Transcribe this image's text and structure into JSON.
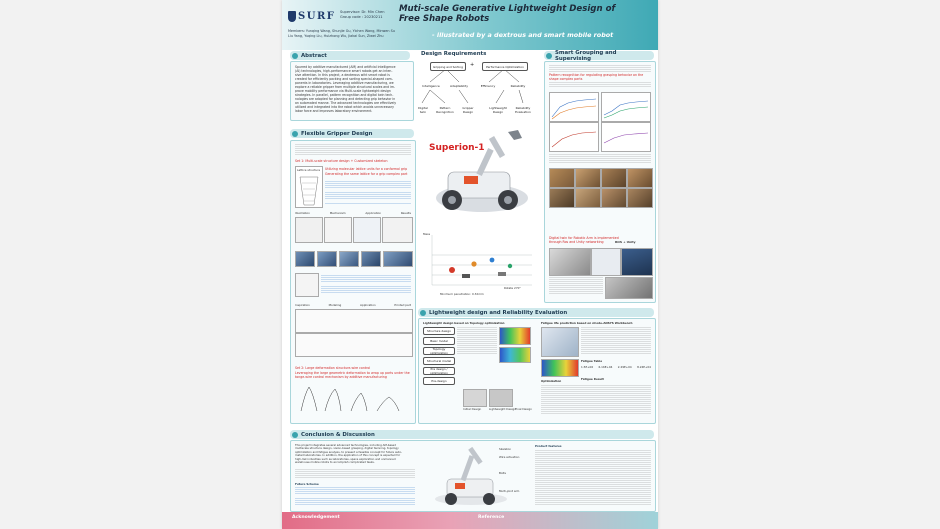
{
  "header": {
    "logo_text": "SURF",
    "supervisor": "Supervisor: Dr. Min Chen",
    "group_code": "Group code : 20230211",
    "members": "Members: Yunqing Wang, Shunjie Gu, Yichen Wang, Minwen Su",
    "members_line2": "Liu Yang, Yuqing Liu, Huizhong Wu, Jiakai Sun, Ziwei Zhu",
    "title_line1": "Muti-scale Generative Lightweight Design of",
    "title_line2": "Free Shape Robots",
    "subtitle": "- illustrated by a dextrous and smart mobile robot"
  },
  "sections": {
    "abstract": "Abstract",
    "design_requirements": "Design Requirements",
    "smart_grouping": "Smart Grouping and Supervising",
    "flexible_gripper": "Flexible Gripper Design",
    "lightweight": "Lightweight design and Reliability Evaluation",
    "conclusion": "Conclusion & Discussion"
  },
  "abstract_lines": [
    "Spurred by additive manufactured (AM) and artificial intelligence",
    "(AI) technologies, high-performance smart robots get an inten-",
    "sive attention. In this project, a dexterous wiht smart robot is",
    "created for efficiently packing and sorting special-shaped com-",
    "ponents in laboratories. Leveraging additive manufacturing, we",
    "explore a reliable gripper from multiple structural scales and im-",
    "prove mobility performance via Multi-scale lightweight design",
    "strategies. In parallel, pattern recognition and digital twin tech-",
    "nologies are adopted for planning and detecting grip behavior in",
    "an automated manne. The advanced technologies are effectively",
    "utilized and integrated into the robot which avoids unnecessary",
    "labor force and improves laboratory environment."
  ],
  "requirements": {
    "top": [
      "Gripping and Sorting",
      "Performance Optimization"
    ],
    "mid": [
      "Intelligence",
      "Adaptability",
      "Efficiency",
      "Reliability"
    ],
    "bottom": [
      "Digital twin",
      "Pattern Recognition",
      "Gripper Design",
      "Lightweight Design",
      "Reliability Evaluation"
    ]
  },
  "robot_name": "Superion-1",
  "chart_labels": {
    "ylabel": "Mass",
    "xlabel": "Minimum penetration: 0.32mm",
    "xlabel2": "Rotate 270°"
  },
  "grouping": {
    "red_line": "Pattern recognition for regulating grasping behavior on the shape complex parts",
    "digital_twin": "Digital twin for Robotic Arm is implemented through Ros and Unity networking",
    "ros_label": "ROS + Unity"
  },
  "gripper": {
    "set1": "Set 1: Multi-scale structure design + Customized skeleton",
    "lattice": "Lattice structure",
    "red1": "Utilizing molecular lattice units for a conformal grip",
    "red1b": "Generating the same lattice for a grip complex part",
    "set2": "Set 2: Large deformation structure-wire control",
    "red2": "Leveraging the large geometric deformation to wrap up parts under the tonge-wire control mechanism by additive manufacturing",
    "table_head": [
      "Illustration",
      "Mechanism",
      "Application",
      "Results"
    ],
    "cols": [
      "Inspiration",
      "Modeling",
      "Application",
      "Printed part"
    ]
  },
  "lightweight": {
    "flow_title": "Lightweight design based on Topology optimization",
    "flow_nodes": [
      "Structure design",
      "Basic model",
      "Topology optimization",
      "Structural model",
      "Pre design / optimization",
      "Pre-design"
    ],
    "ansys_title": "Fatigue life prediction based on nCode-ANSYS Workbench",
    "opt_title": "Optimization",
    "fatigue_table_head": "Fatigue Table",
    "fatigue_result": "Fatigue Result",
    "values": [
      "1.5E+06",
      "6.16E+04",
      "2.29E+04",
      "8.24E+04"
    ],
    "captions": [
      "Initial Design",
      "Lightweight Design"
    ],
    "final_design": "Final Design"
  },
  "conclusion": {
    "left_lines": [
      "This project integrates several advanced technologies, including AM-based",
      "multiscale structure design, vision-based grasping, digital twinning, topology",
      "optimization and fatigue analysis, to present a feasible concept for future auto-",
      "mated laboratories. In addition, the application of this concept is expected for",
      "high-risk industries such as laboratories, space exploration and unmanned",
      "warehouse mobile robots to accomplish complicated tasks."
    ],
    "future": "Future Scheme",
    "labels": [
      "Skeleton",
      "Wire actuation",
      "Bolts",
      "Multi-joint arm"
    ],
    "features": "Product features"
  },
  "footer": {
    "acknowledgement": "Acknowledgement",
    "reference": "Reference"
  }
}
